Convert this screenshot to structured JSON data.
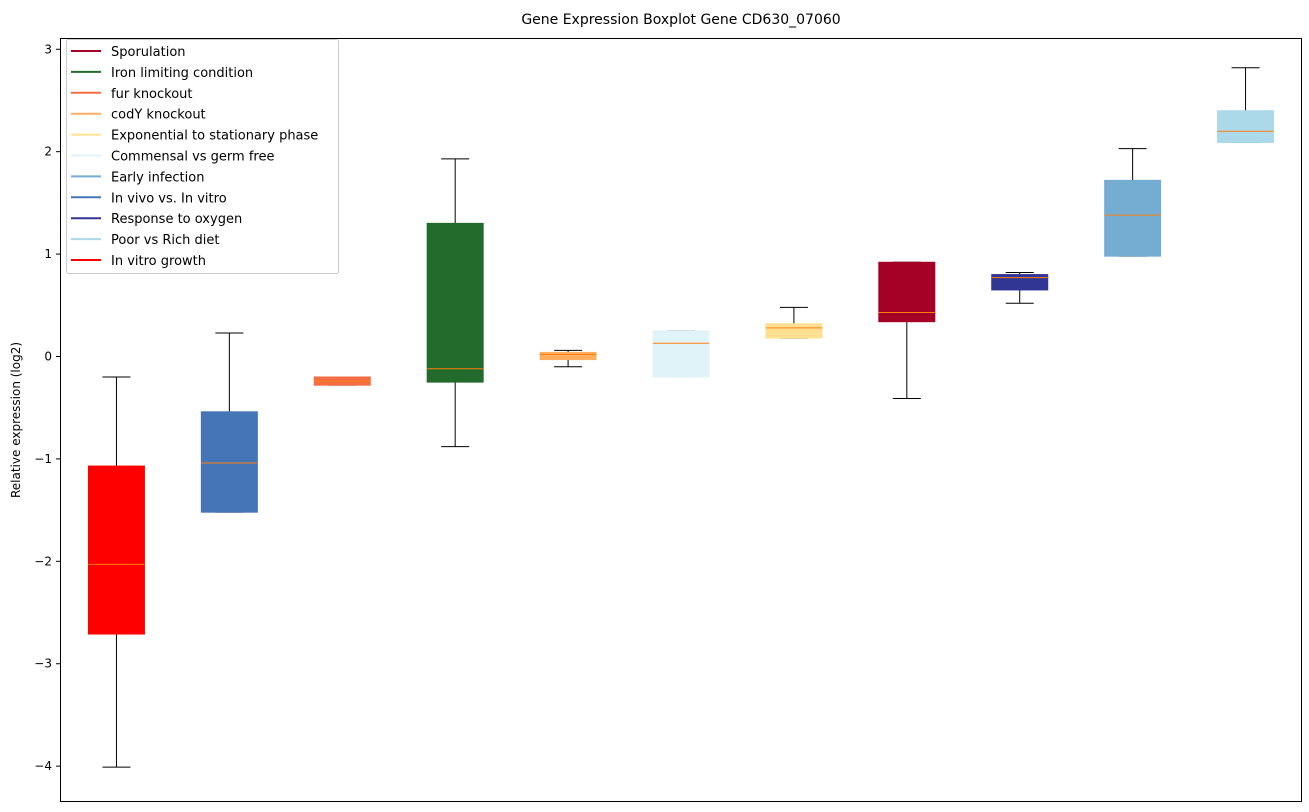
{
  "chart_data": {
    "type": "boxplot",
    "title": "Gene Expression Boxplot Gene CD630_07060",
    "xlabel": "",
    "ylabel": "Relative expression (log2)",
    "ylim": [
      -4.35,
      3.11
    ],
    "yticks": [
      -4,
      -3,
      -2,
      -1,
      0,
      1,
      2,
      3
    ],
    "ytick_labels": [
      "−4",
      "−3",
      "−2",
      "−1",
      "0",
      "1",
      "2",
      "3"
    ],
    "grid": false,
    "legend_placement": "top-left",
    "legend": [
      {
        "label": "Sporulation",
        "color": "#a50026"
      },
      {
        "label": "Iron limiting condition",
        "color": "#236b2d"
      },
      {
        "label": "fur knockout",
        "color": "#f46d43"
      },
      {
        "label": "codY knockout",
        "color": "#fdae61"
      },
      {
        "label": "Exponential to stationary phase",
        "color": "#fee090"
      },
      {
        "label": "Commensal vs germ free",
        "color": "#e0f3f8"
      },
      {
        "label": "Early infection",
        "color": "#74add1"
      },
      {
        "label": "In vivo vs. In vitro",
        "color": "#4575b4"
      },
      {
        "label": "Response to oxygen",
        "color": "#313695"
      },
      {
        "label": "Poor vs Rich diet",
        "color": "#abd9e9"
      },
      {
        "label": "In vitro growth",
        "color": "#ff0000"
      }
    ],
    "median_color": "#ff7f0e",
    "boxes": [
      {
        "name": "In vitro growth",
        "color": "#ff0000",
        "whislo": -4.01,
        "q1": -2.71,
        "med": -2.03,
        "q3": -1.07,
        "whishi": -0.2
      },
      {
        "name": "In vivo vs. In vitro",
        "color": "#4575b4",
        "whislo": -1.52,
        "q1": -1.52,
        "med": -1.04,
        "q3": -0.54,
        "whishi": 0.23
      },
      {
        "name": "fur knockout",
        "color": "#f46d43",
        "whislo": -0.28,
        "q1": -0.28,
        "med": -0.24,
        "q3": -0.2,
        "whishi": -0.2
      },
      {
        "name": "Iron limiting condition",
        "color": "#236b2d",
        "whislo": -0.88,
        "q1": -0.25,
        "med": -0.12,
        "q3": 1.3,
        "whishi": 1.93
      },
      {
        "name": "codY knockout",
        "color": "#fdae61",
        "whislo": -0.1,
        "q1": -0.03,
        "med": 0.02,
        "q3": 0.04,
        "whishi": 0.06
      },
      {
        "name": "Commensal vs germ free",
        "color": "#e0f3f8",
        "whislo": -0.2,
        "q1": -0.2,
        "med": 0.13,
        "q3": 0.25,
        "whishi": 0.25
      },
      {
        "name": "Exponential to stationary phase",
        "color": "#fee090",
        "whislo": 0.18,
        "q1": 0.18,
        "med": 0.28,
        "q3": 0.32,
        "whishi": 0.48
      },
      {
        "name": "Sporulation",
        "color": "#a50026",
        "whislo": -0.41,
        "q1": 0.34,
        "med": 0.43,
        "q3": 0.92,
        "whishi": 0.92
      },
      {
        "name": "Response to oxygen",
        "color": "#313695",
        "whislo": 0.52,
        "q1": 0.65,
        "med": 0.77,
        "q3": 0.8,
        "whishi": 0.82
      },
      {
        "name": "Early infection",
        "color": "#74add1",
        "whislo": 0.98,
        "q1": 0.98,
        "med": 1.38,
        "q3": 1.72,
        "whishi": 2.03
      },
      {
        "name": "Poor vs Rich diet",
        "color": "#abd9e9",
        "whislo": 2.09,
        "q1": 2.09,
        "med": 2.2,
        "q3": 2.4,
        "whishi": 2.82
      }
    ]
  }
}
